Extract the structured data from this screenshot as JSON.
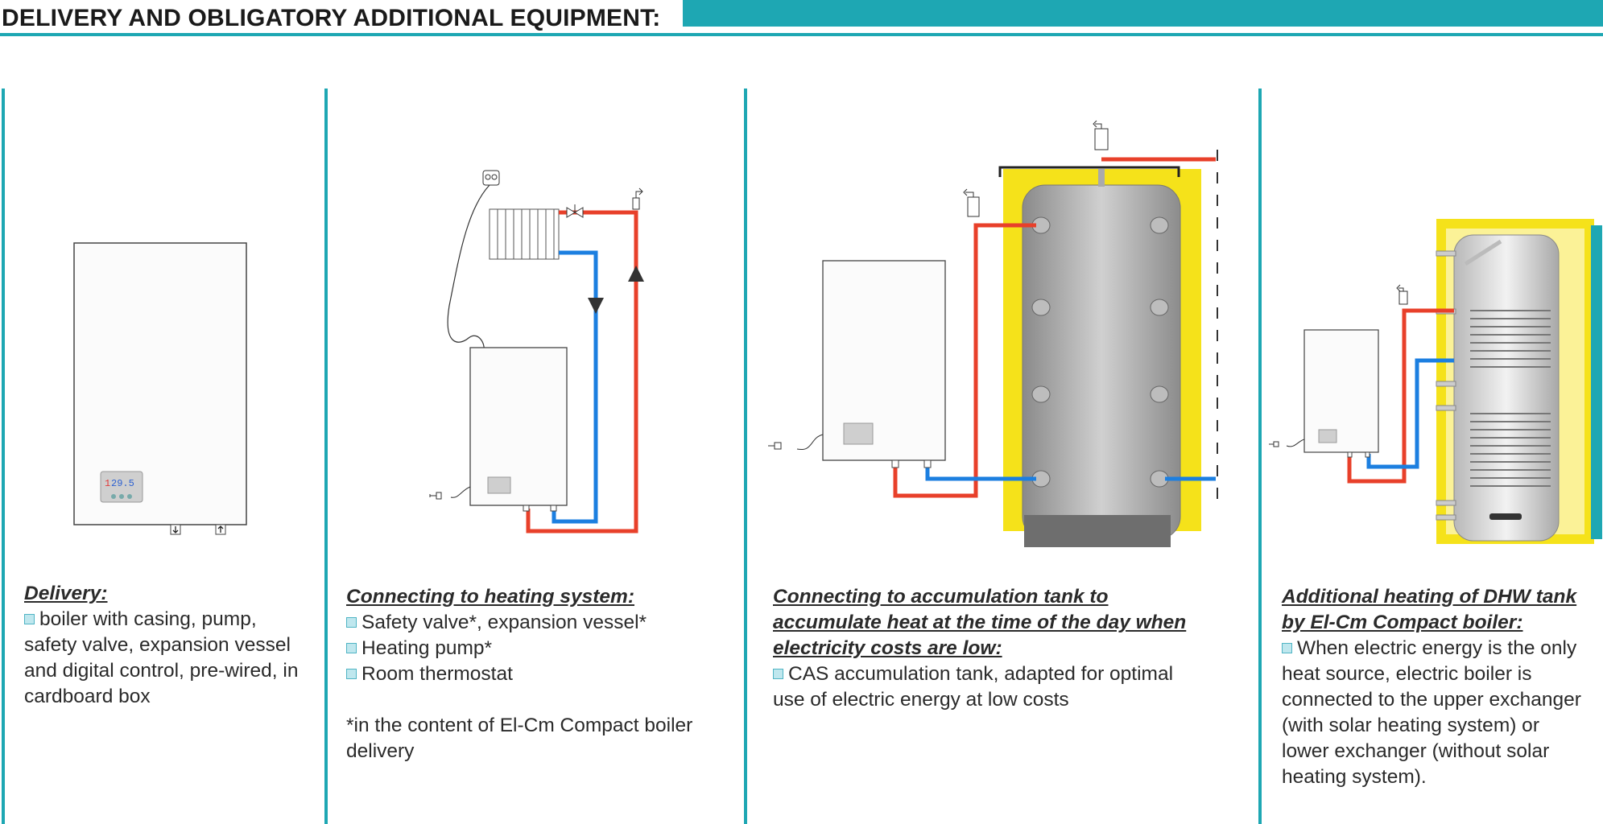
{
  "header": {
    "title": "DELIVERY AND OBLIGATORY ADDITIONAL EQUIPMENT:"
  },
  "sections": [
    {
      "title": "Delivery:",
      "lines": [
        "boiler with casing, pump, safety valve, expansion vessel and digital control, pre-wired, in cardboard box"
      ]
    },
    {
      "title": "Connecting to heating system:",
      "lines": [
        "Safety valve*,  expansion vessel*",
        "Heating pump*",
        "Room thermostat"
      ],
      "footnote": "*in the content of El-Cm Compact boiler delivery"
    },
    {
      "title": "Connecting to accumulation tank to accumulate heat at the time of the day when electricity costs are low:",
      "lines": [
        "CAS accumulation tank, adapted for optimal use of electric energy at low costs"
      ]
    },
    {
      "title": "Additional heating of DHW tank by El-Cm Compact boiler:",
      "lines": [
        "When electric energy is the only heat source, electric boiler is connected to the upper exchanger (with solar heating system) or lower exchanger (without solar heating system)."
      ]
    }
  ],
  "colors": {
    "accent": "#1ea7b3",
    "hot_pipe": "#e8402a",
    "cold_pipe": "#1c7fe0",
    "insulation": "#f5e21a"
  }
}
